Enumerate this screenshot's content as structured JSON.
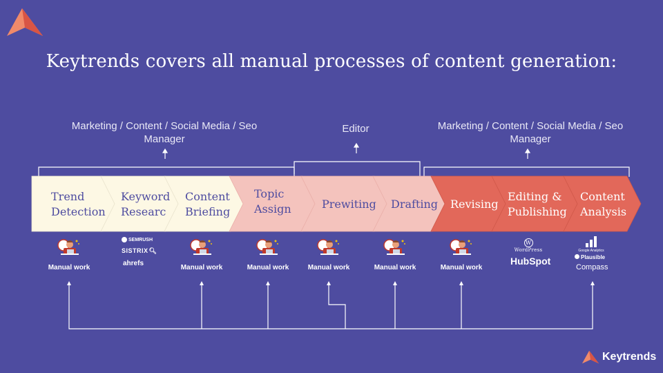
{
  "title": "Keytrends covers all manual processes of content generation:",
  "roles": {
    "left": "Marketing / Content / Social Media / Seo Manager",
    "middle": "Editor",
    "right": "Marketing / Content / Social Media / Seo Manager"
  },
  "steps": [
    {
      "line1": "Trend",
      "line2": "Detection",
      "fill": "#fdf8e4",
      "text_color": "#4e4ca0"
    },
    {
      "line1": "Keyword",
      "line2": "Researc",
      "fill": "#fdf8e4",
      "text_color": "#4e4ca0"
    },
    {
      "line1": "Content",
      "line2": "Briefing",
      "fill": "#fdf8e4",
      "text_color": "#4e4ca0"
    },
    {
      "line1": "Topic",
      "line2": "Assign",
      "fill": "#f4c3bd",
      "text_color": "#4e4ca0"
    },
    {
      "line1": "Prewiting",
      "line2": "",
      "fill": "#f4c3bd",
      "text_color": "#4e4ca0"
    },
    {
      "line1": "Drafting",
      "line2": "",
      "fill": "#f4c3bd",
      "text_color": "#4e4ca0"
    },
    {
      "line1": "Revising",
      "line2": "",
      "fill": "#e2685a",
      "text_color": "#ffffff"
    },
    {
      "line1": "Editing &",
      "line2": "Publishing",
      "fill": "#e2685a",
      "text_color": "#ffffff"
    },
    {
      "line1": "Content",
      "line2": "Analysis",
      "fill": "#e2685a",
      "text_color": "#ffffff"
    }
  ],
  "manual_work_label": "Manual work",
  "tools": {
    "semrush": "SEMRUSH",
    "sistrix": "SISTRIX",
    "ahrefs": "ahrefs",
    "wordpress": "WordPress",
    "hubspot": "HubSpot",
    "google_analytics": "Google Analytics",
    "plausible": "Plausible",
    "compass": "Compass"
  },
  "brand": {
    "name": "Keytrends",
    "logo_colors": [
      "#f08a6a",
      "#d85545"
    ]
  },
  "colors": {
    "background": "#4e4ca0",
    "connector": "#ffffff"
  }
}
